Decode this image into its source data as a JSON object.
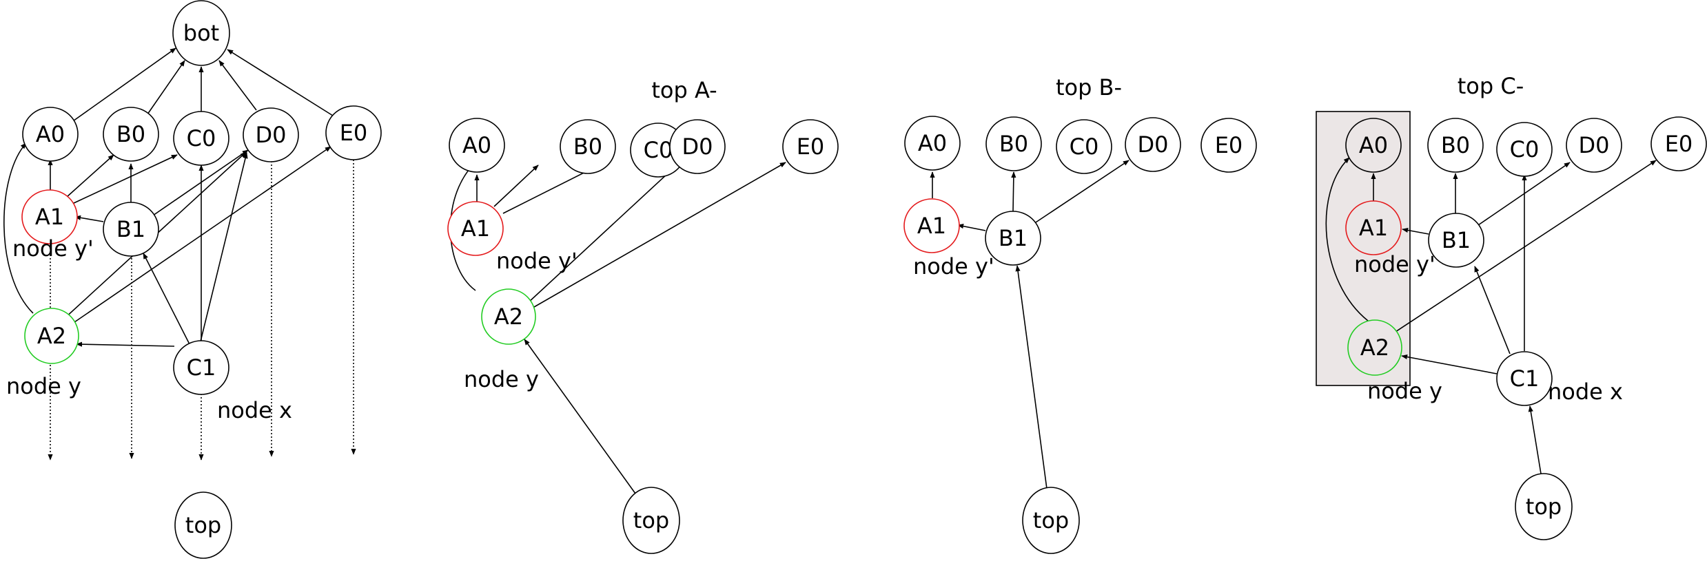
{
  "diagrams": [
    {
      "id": "original",
      "title": "",
      "nodes": {
        "bot": "bot",
        "A0": "A0",
        "B0": "B0",
        "C0": "C0",
        "D0": "D0",
        "E0": "E0",
        "A1": "A1",
        "B1": "B1",
        "A2": "A2",
        "C1": "C1",
        "top": "top"
      },
      "labels": {
        "y_prime": "node y'",
        "y": "node y",
        "x": "node x"
      }
    },
    {
      "id": "top-a",
      "title": "top A-",
      "nodes": {
        "A0": "A0",
        "B0": "B0",
        "C0": "C0",
        "D0": "D0",
        "E0": "E0",
        "A1": "A1",
        "A2": "A2",
        "top": "top"
      },
      "labels": {
        "y_prime": "node y'",
        "y": "node y"
      }
    },
    {
      "id": "top-b",
      "title": "top B-",
      "nodes": {
        "A0": "A0",
        "B0": "B0",
        "C0": "C0",
        "D0": "D0",
        "E0": "E0",
        "A1": "A1",
        "B1": "B1",
        "top": "top"
      },
      "labels": {
        "y_prime": "node y'"
      }
    },
    {
      "id": "top-c",
      "title": "top C-",
      "nodes": {
        "A0": "A0",
        "B0": "B0",
        "C0": "C0",
        "D0": "D0",
        "E0": "E0",
        "A1": "A1",
        "B1": "B1",
        "A2": "A2",
        "C1": "C1",
        "top": "top"
      },
      "labels": {
        "y_prime": "node y'",
        "y": "node y",
        "x": "node x"
      }
    }
  ],
  "colors": {
    "red_node": "#e41a1c",
    "green_node": "#22cc22",
    "highlight_box": "#ebe6e6"
  }
}
